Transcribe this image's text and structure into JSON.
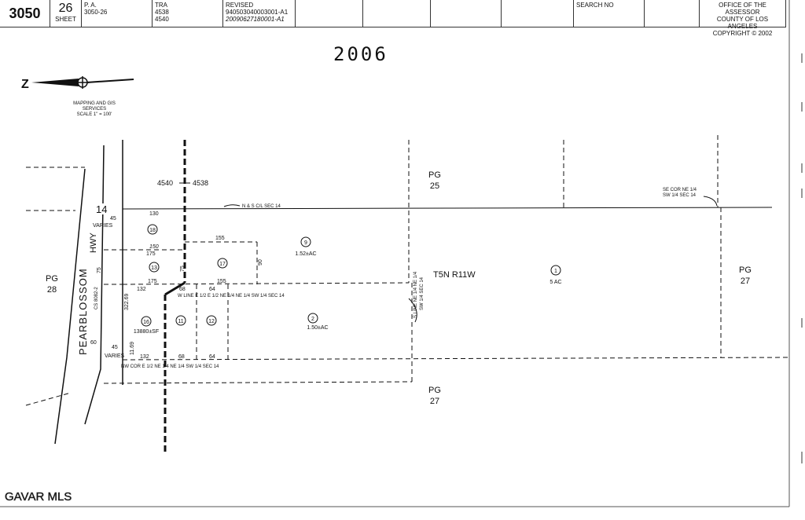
{
  "header": {
    "map_book": "3050",
    "page": "26",
    "sheet_label": "SHEET",
    "pa_label": "P. A.",
    "pa_value": "3050-26",
    "tra_label": "TRA",
    "tra_1": "4538",
    "tra_2": "4540",
    "revised_label": "REVISED",
    "revised_1": "940503040003001-A1",
    "revised_2": "20090627180001-A1",
    "search_label": "SEARCH NO",
    "assessor_1": "OFFICE OF THE ASSESSOR",
    "assessor_2": "COUNTY OF LOS ANGELES",
    "assessor_3": "COPYRIGHT © 2002"
  },
  "year_stamp": "2006",
  "legend": {
    "line1": "MAPPING AND GIS",
    "line2": "SERVICES",
    "line3": "SCALE 1\" = 100'"
  },
  "labels": {
    "tra_left": "4540",
    "tra_right": "4538",
    "pg25": "PG",
    "pg25n": "25",
    "pg27a": "PG",
    "pg27an": "27",
    "pg27b": "PG",
    "pg27bn": "27",
    "pg28": "PG",
    "pg28n": "28",
    "township": "T5N R11W",
    "ns_line": "N & S C/L SEC 14",
    "se_cor_1": "SE COR NE 1/4",
    "se_cor_2": "SW 1/4 SEC 14",
    "w_line": "W LINE E 1/2 E 1/2 NE 1/4 NE 1/4 SW 1/4 SEC 14",
    "nw_cor": "NW COR E 1/2 NE 1/4 NE 1/4 SW 1/4 SEC 14",
    "s_line_1": "S LINE NE 1/4 NE 1/4",
    "s_line_2": "SW 1/4 SEC 14",
    "highway": "PEARBLOSSOM",
    "hwy": "HWY",
    "cs": "CS 8082-2",
    "route": "14",
    "watermark": "GAVAR MLS"
  },
  "parcels": [
    {
      "id": "18"
    },
    {
      "id": "13"
    },
    {
      "id": "17"
    },
    {
      "id": "9",
      "area": "1.52±AC"
    },
    {
      "id": "16",
      "area": "13880±SF"
    },
    {
      "id": "11"
    },
    {
      "id": "12"
    },
    {
      "id": "2",
      "area": "1.50±AC"
    },
    {
      "id": "1",
      "area": "5 AC"
    }
  ],
  "dims": {
    "d130": "130",
    "d45a": "45",
    "varies_a": "VARIES",
    "d150": "150",
    "d175a": "175",
    "d155a": "155",
    "d90": "90",
    "d75a": "75",
    "d75b": "75",
    "d175b": "175",
    "d155b": "155",
    "d132a": "132",
    "d68a": "68",
    "d64a": "64",
    "d322": "322.69",
    "d60": "60",
    "d45b": "45",
    "varies_b": "VARIES",
    "d1169": "11.69",
    "d132b": "132",
    "d68b": "68",
    "d64b": "64"
  }
}
